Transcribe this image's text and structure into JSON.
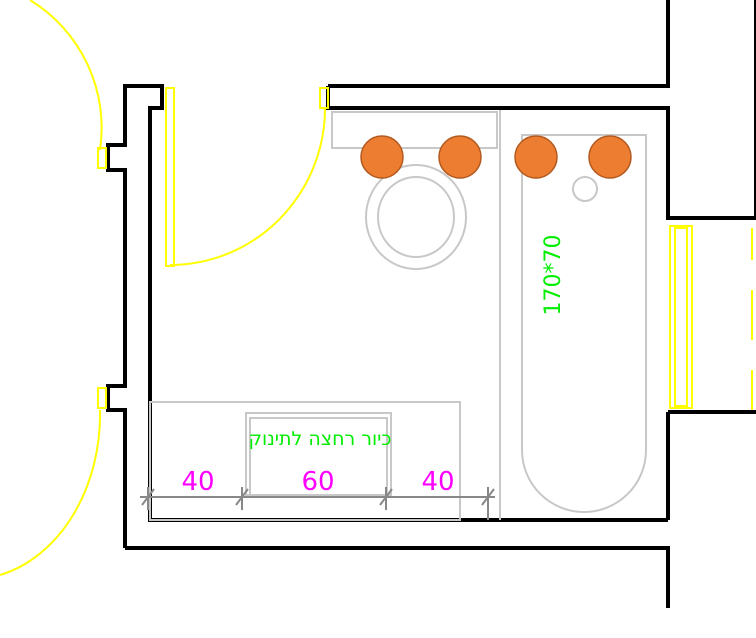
{
  "labels": {
    "sink_label": "כיור רחצה לתינוק",
    "bathtub_size": "170*70"
  },
  "dimensions": [
    "40",
    "60",
    "40"
  ],
  "colors": {
    "wall": "#000000",
    "door": "#ffff00",
    "fixture": "#c8c8c8",
    "label": "#00ee00",
    "dimension": "#ff00ff",
    "marker": "#ed7d31"
  },
  "markers_count": 4
}
